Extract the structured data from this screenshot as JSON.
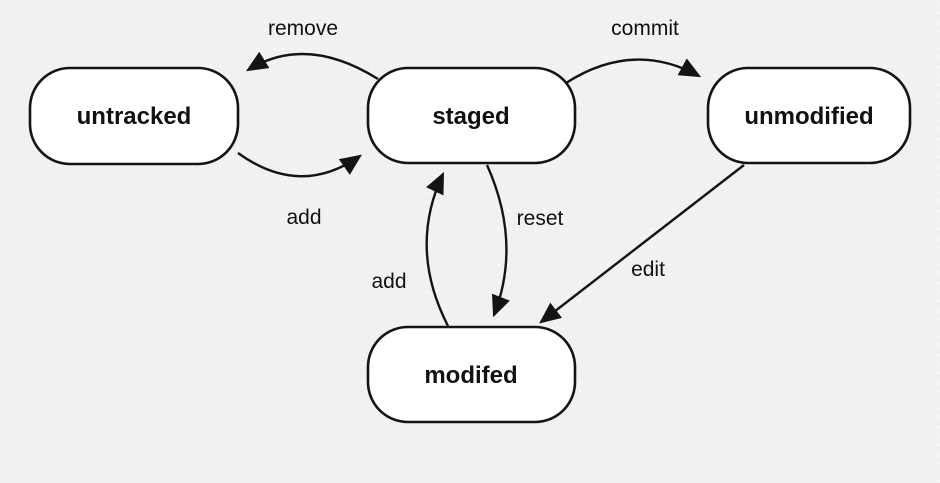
{
  "diagram": {
    "type": "state-diagram",
    "nodes": [
      {
        "id": "untracked",
        "label": "untracked"
      },
      {
        "id": "staged",
        "label": "staged"
      },
      {
        "id": "unmodified",
        "label": "unmodified"
      },
      {
        "id": "modifed",
        "label": "modifed"
      }
    ],
    "edges": [
      {
        "id": "remove",
        "label": "remove",
        "from": "staged",
        "to": "untracked"
      },
      {
        "id": "add-untracked",
        "label": "add",
        "from": "untracked",
        "to": "staged"
      },
      {
        "id": "commit",
        "label": "commit",
        "from": "staged",
        "to": "unmodified"
      },
      {
        "id": "reset",
        "label": "reset",
        "from": "staged",
        "to": "modifed"
      },
      {
        "id": "add-modifed",
        "label": "add",
        "from": "modifed",
        "to": "staged"
      },
      {
        "id": "edit",
        "label": "edit",
        "from": "unmodified",
        "to": "modifed"
      }
    ],
    "colors": {
      "background": "#f1f1f2",
      "node_fill": "#ffffff",
      "stroke": "#141414",
      "text": "#111111"
    }
  }
}
